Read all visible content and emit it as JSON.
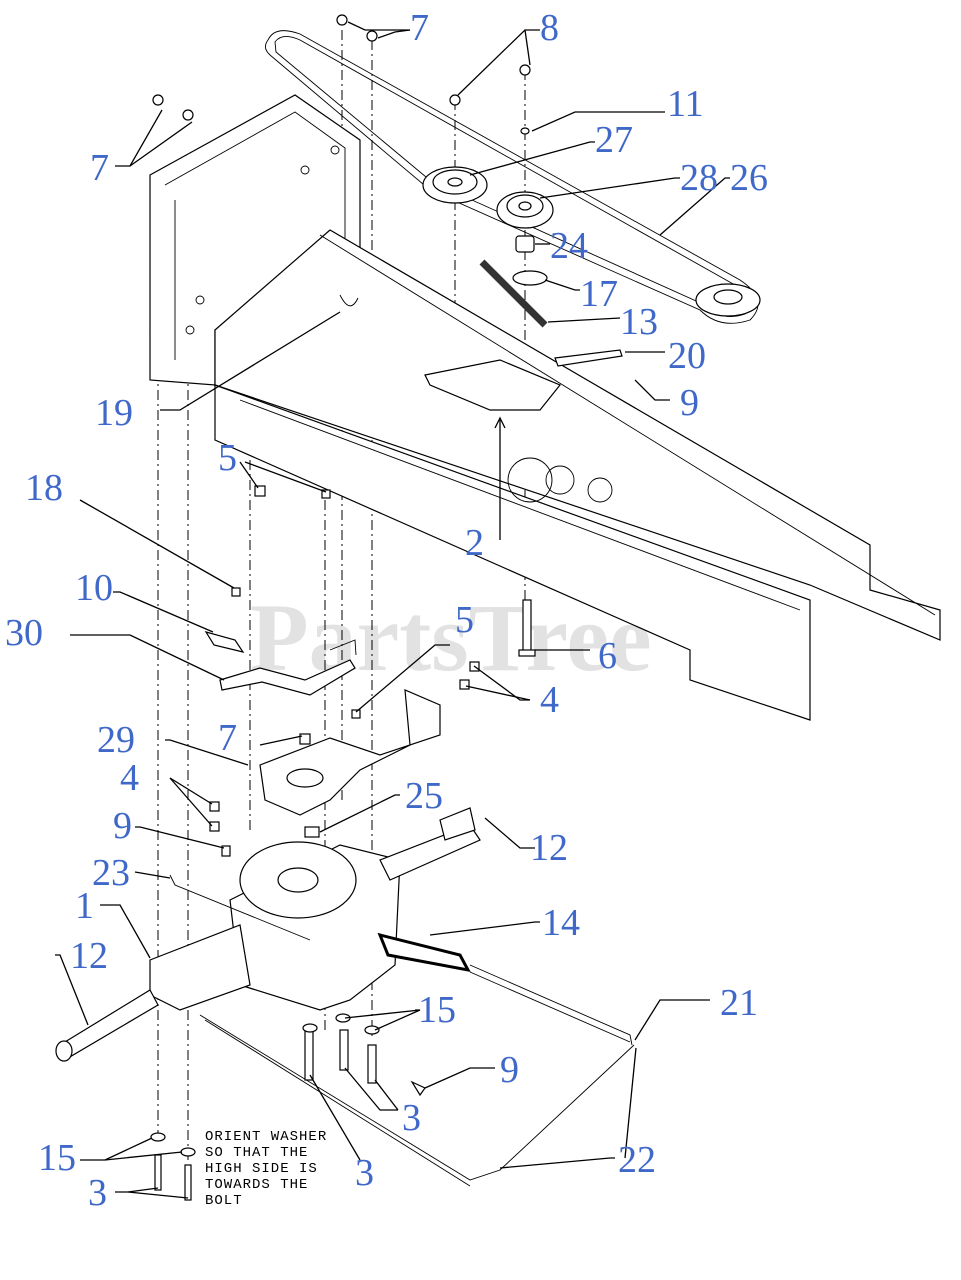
{
  "watermark": "PartsTree",
  "note_lines": [
    "ORIENT WASHER",
    "SO THAT THE",
    "HIGH SIDE IS",
    "TOWARDS THE",
    "BOLT"
  ],
  "callouts": [
    {
      "id": "c7a",
      "label": "7"
    },
    {
      "id": "c8",
      "label": "8"
    },
    {
      "id": "c11",
      "label": "11"
    },
    {
      "id": "c27",
      "label": "27"
    },
    {
      "id": "c28",
      "label": "28"
    },
    {
      "id": "c26",
      "label": "26"
    },
    {
      "id": "c7b",
      "label": "7"
    },
    {
      "id": "c24",
      "label": "24"
    },
    {
      "id": "c17",
      "label": "17"
    },
    {
      "id": "c13",
      "label": "13"
    },
    {
      "id": "c20",
      "label": "20"
    },
    {
      "id": "c9a",
      "label": "9"
    },
    {
      "id": "c19",
      "label": "19"
    },
    {
      "id": "c5a",
      "label": "5"
    },
    {
      "id": "c18",
      "label": "18"
    },
    {
      "id": "c2",
      "label": "2"
    },
    {
      "id": "c10",
      "label": "10"
    },
    {
      "id": "c30",
      "label": "30"
    },
    {
      "id": "c5b",
      "label": "5"
    },
    {
      "id": "c6",
      "label": "6"
    },
    {
      "id": "c4a",
      "label": "4"
    },
    {
      "id": "c29",
      "label": "29"
    },
    {
      "id": "c7c",
      "label": "7"
    },
    {
      "id": "c25",
      "label": "25"
    },
    {
      "id": "c4b",
      "label": "4"
    },
    {
      "id": "c9b",
      "label": "9"
    },
    {
      "id": "c12a",
      "label": "12"
    },
    {
      "id": "c23",
      "label": "23"
    },
    {
      "id": "c14",
      "label": "14"
    },
    {
      "id": "c1",
      "label": "1"
    },
    {
      "id": "c12b",
      "label": "12"
    },
    {
      "id": "c21",
      "label": "21"
    },
    {
      "id": "c15a",
      "label": "15"
    },
    {
      "id": "c9c",
      "label": "9"
    },
    {
      "id": "c3a",
      "label": "3"
    },
    {
      "id": "c3b",
      "label": "3"
    },
    {
      "id": "c22",
      "label": "22"
    },
    {
      "id": "c15b",
      "label": "15"
    },
    {
      "id": "c3c",
      "label": "3"
    }
  ]
}
